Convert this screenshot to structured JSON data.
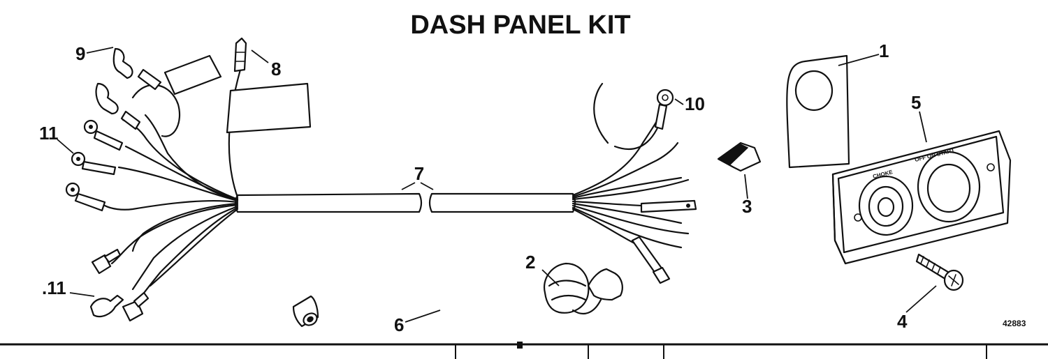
{
  "title": "DASH PANEL KIT",
  "figure_number": "42883",
  "plate_labels": {
    "left": "CHOKE",
    "right": "OFF ON START"
  },
  "callouts": [
    {
      "id": "callout-1",
      "label": "1"
    },
    {
      "id": "callout-2",
      "label": "2"
    },
    {
      "id": "callout-3",
      "label": "3"
    },
    {
      "id": "callout-4",
      "label": "4"
    },
    {
      "id": "callout-5",
      "label": "5"
    },
    {
      "id": "callout-6",
      "label": "6"
    },
    {
      "id": "callout-7",
      "label": "7"
    },
    {
      "id": "callout-8",
      "label": "8"
    },
    {
      "id": "callout-9",
      "label": "9"
    },
    {
      "id": "callout-10",
      "label": "10"
    },
    {
      "id": "callout-11-upper",
      "label": "11"
    },
    {
      "id": "callout-11-lower",
      "label": ".11"
    }
  ]
}
